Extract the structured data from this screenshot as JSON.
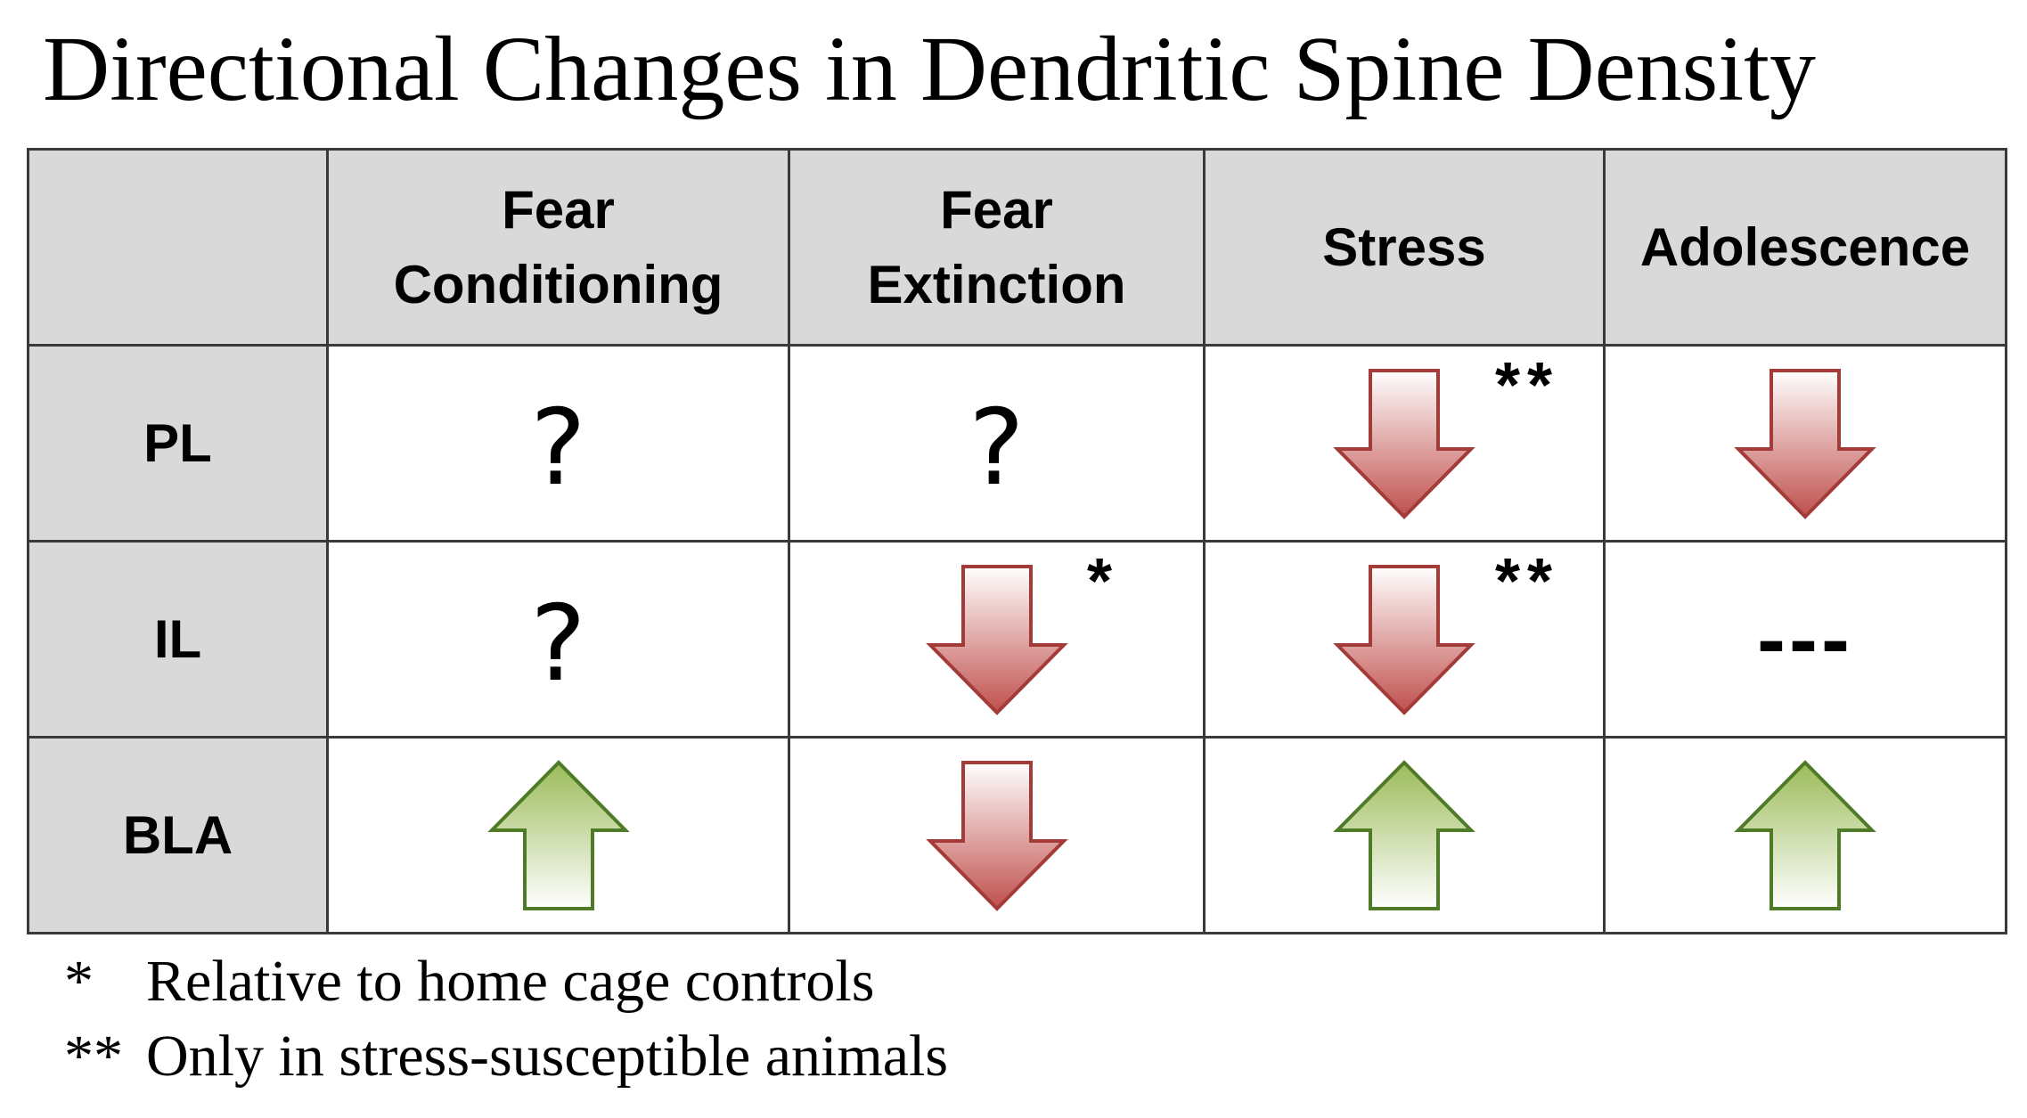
{
  "title": "Directional Changes in Dendritic Spine Density",
  "table": {
    "corner": "",
    "columns": [
      {
        "line1": "Fear",
        "line2": "Conditioning"
      },
      {
        "line1": "Fear",
        "line2": "Extinction"
      },
      {
        "line1": "",
        "line2": "Stress"
      },
      {
        "line1": "",
        "line2": "Adolescence"
      }
    ],
    "rows": [
      {
        "label": "PL",
        "cells": [
          {
            "kind": "unknown",
            "text": "?",
            "mark": ""
          },
          {
            "kind": "unknown",
            "text": "?",
            "mark": ""
          },
          {
            "kind": "down",
            "text": "",
            "mark": "**"
          },
          {
            "kind": "down",
            "text": "",
            "mark": ""
          }
        ]
      },
      {
        "label": "IL",
        "cells": [
          {
            "kind": "unknown",
            "text": "?",
            "mark": ""
          },
          {
            "kind": "down",
            "text": "",
            "mark": "*"
          },
          {
            "kind": "down",
            "text": "",
            "mark": "**"
          },
          {
            "kind": "nochange",
            "text": "---",
            "mark": ""
          }
        ]
      },
      {
        "label": "BLA",
        "cells": [
          {
            "kind": "up",
            "text": "",
            "mark": ""
          },
          {
            "kind": "down",
            "text": "",
            "mark": ""
          },
          {
            "kind": "up",
            "text": "",
            "mark": ""
          },
          {
            "kind": "up",
            "text": "",
            "mark": ""
          }
        ]
      }
    ]
  },
  "footnotes": [
    {
      "symbol": "*",
      "text": "Relative to home cage controls"
    },
    {
      "symbol": "**",
      "text": "Only in stress-susceptible animals"
    }
  ],
  "colors": {
    "header_bg": "#d9d9d9",
    "down_arrow_fill_top": "#ffffff",
    "down_arrow_fill_bottom": "#c0504d",
    "down_arrow_stroke": "#a33b39",
    "up_arrow_fill_top": "#9bbb59",
    "up_arrow_fill_bottom": "#ffffff",
    "up_arrow_stroke": "#4f7a28"
  }
}
